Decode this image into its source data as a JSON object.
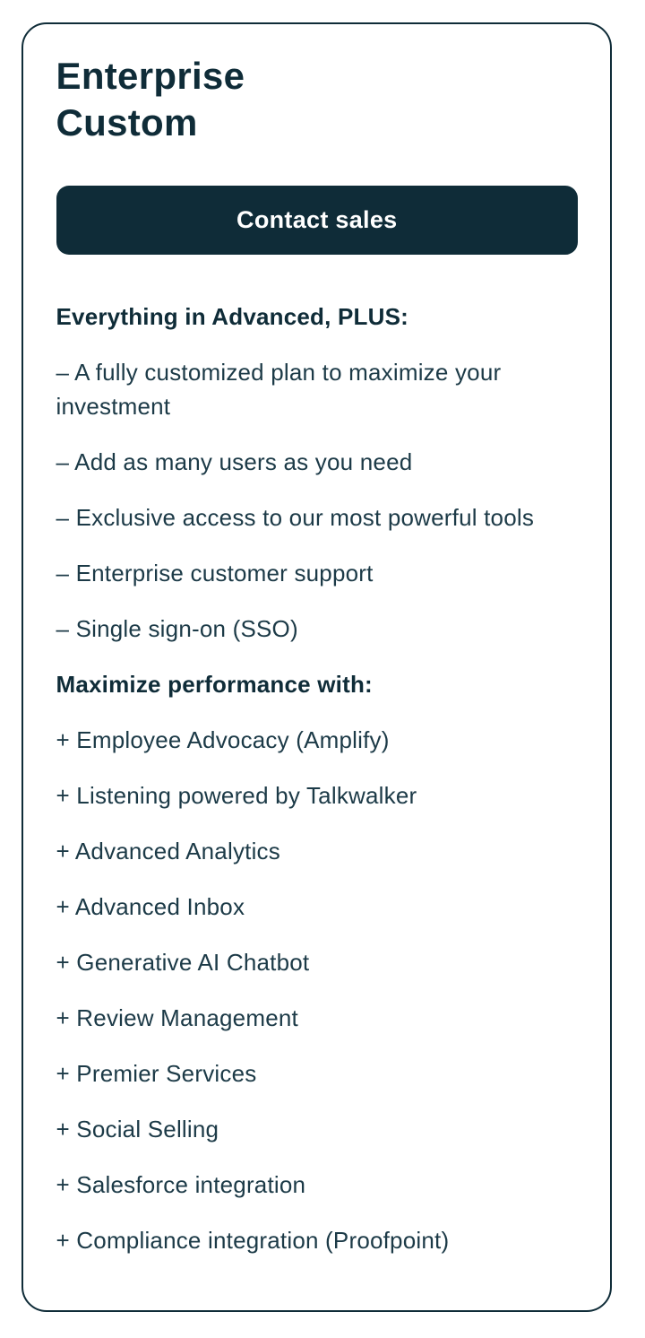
{
  "colors": {
    "dark_navy": "#0f2c38",
    "body_text": "#1c3a47",
    "card_background": "#ffffff",
    "cta_text": "#ffffff"
  },
  "card": {
    "plan_name": "Enterprise",
    "price": "Custom",
    "cta_label": "Contact sales",
    "sections": [
      {
        "header": "Everything in Advanced, PLUS:",
        "items": [
          "– A fully customized plan to maximize your investment",
          "– Add as many users as you need",
          "– Exclusive access to our most powerful tools",
          "– Enterprise customer support",
          "– Single sign-on (SSO)"
        ]
      },
      {
        "header": "Maximize performance with:",
        "items": [
          "+ Employee Advocacy (Amplify)",
          "+ Listening powered by Talkwalker",
          "+ Advanced Analytics",
          "+ Advanced Inbox",
          "+ Generative AI Chatbot",
          "+ Review Management",
          "+ Premier Services",
          "+ Social Selling",
          "+ Salesforce integration",
          "+ Compliance integration (Proofpoint)"
        ]
      }
    ]
  }
}
